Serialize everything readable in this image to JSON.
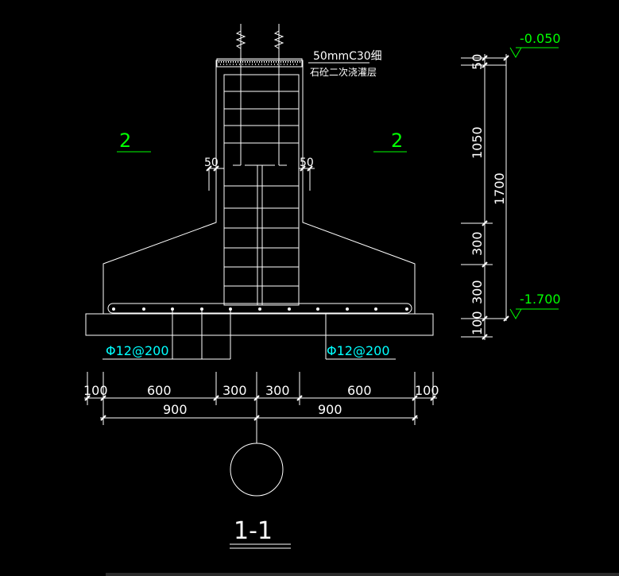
{
  "section_marks": {
    "left": "2",
    "right": "2"
  },
  "notes": {
    "topping_line1": "50mmC30细",
    "topping_line2": "石砼二次浇灌层"
  },
  "reinforcement": {
    "left": "Φ12@200",
    "right": "Φ12@200"
  },
  "dims_small": {
    "left_offset": "50",
    "right_offset": "50"
  },
  "dims_bottom": {
    "row1": [
      "100",
      "600",
      "300",
      "300",
      "600",
      "100"
    ],
    "row2": [
      "900",
      "900"
    ]
  },
  "dims_vertical": {
    "segments": [
      "50",
      "1050",
      "300",
      "300",
      "100"
    ],
    "total": "1700"
  },
  "elevations": {
    "top": "-0.050",
    "bottom": "-1.700"
  },
  "section_title": "1-1",
  "colors": {
    "background": "#000000",
    "line": "#ffffff",
    "green": "#00ff00",
    "cyan": "#00ffff"
  }
}
